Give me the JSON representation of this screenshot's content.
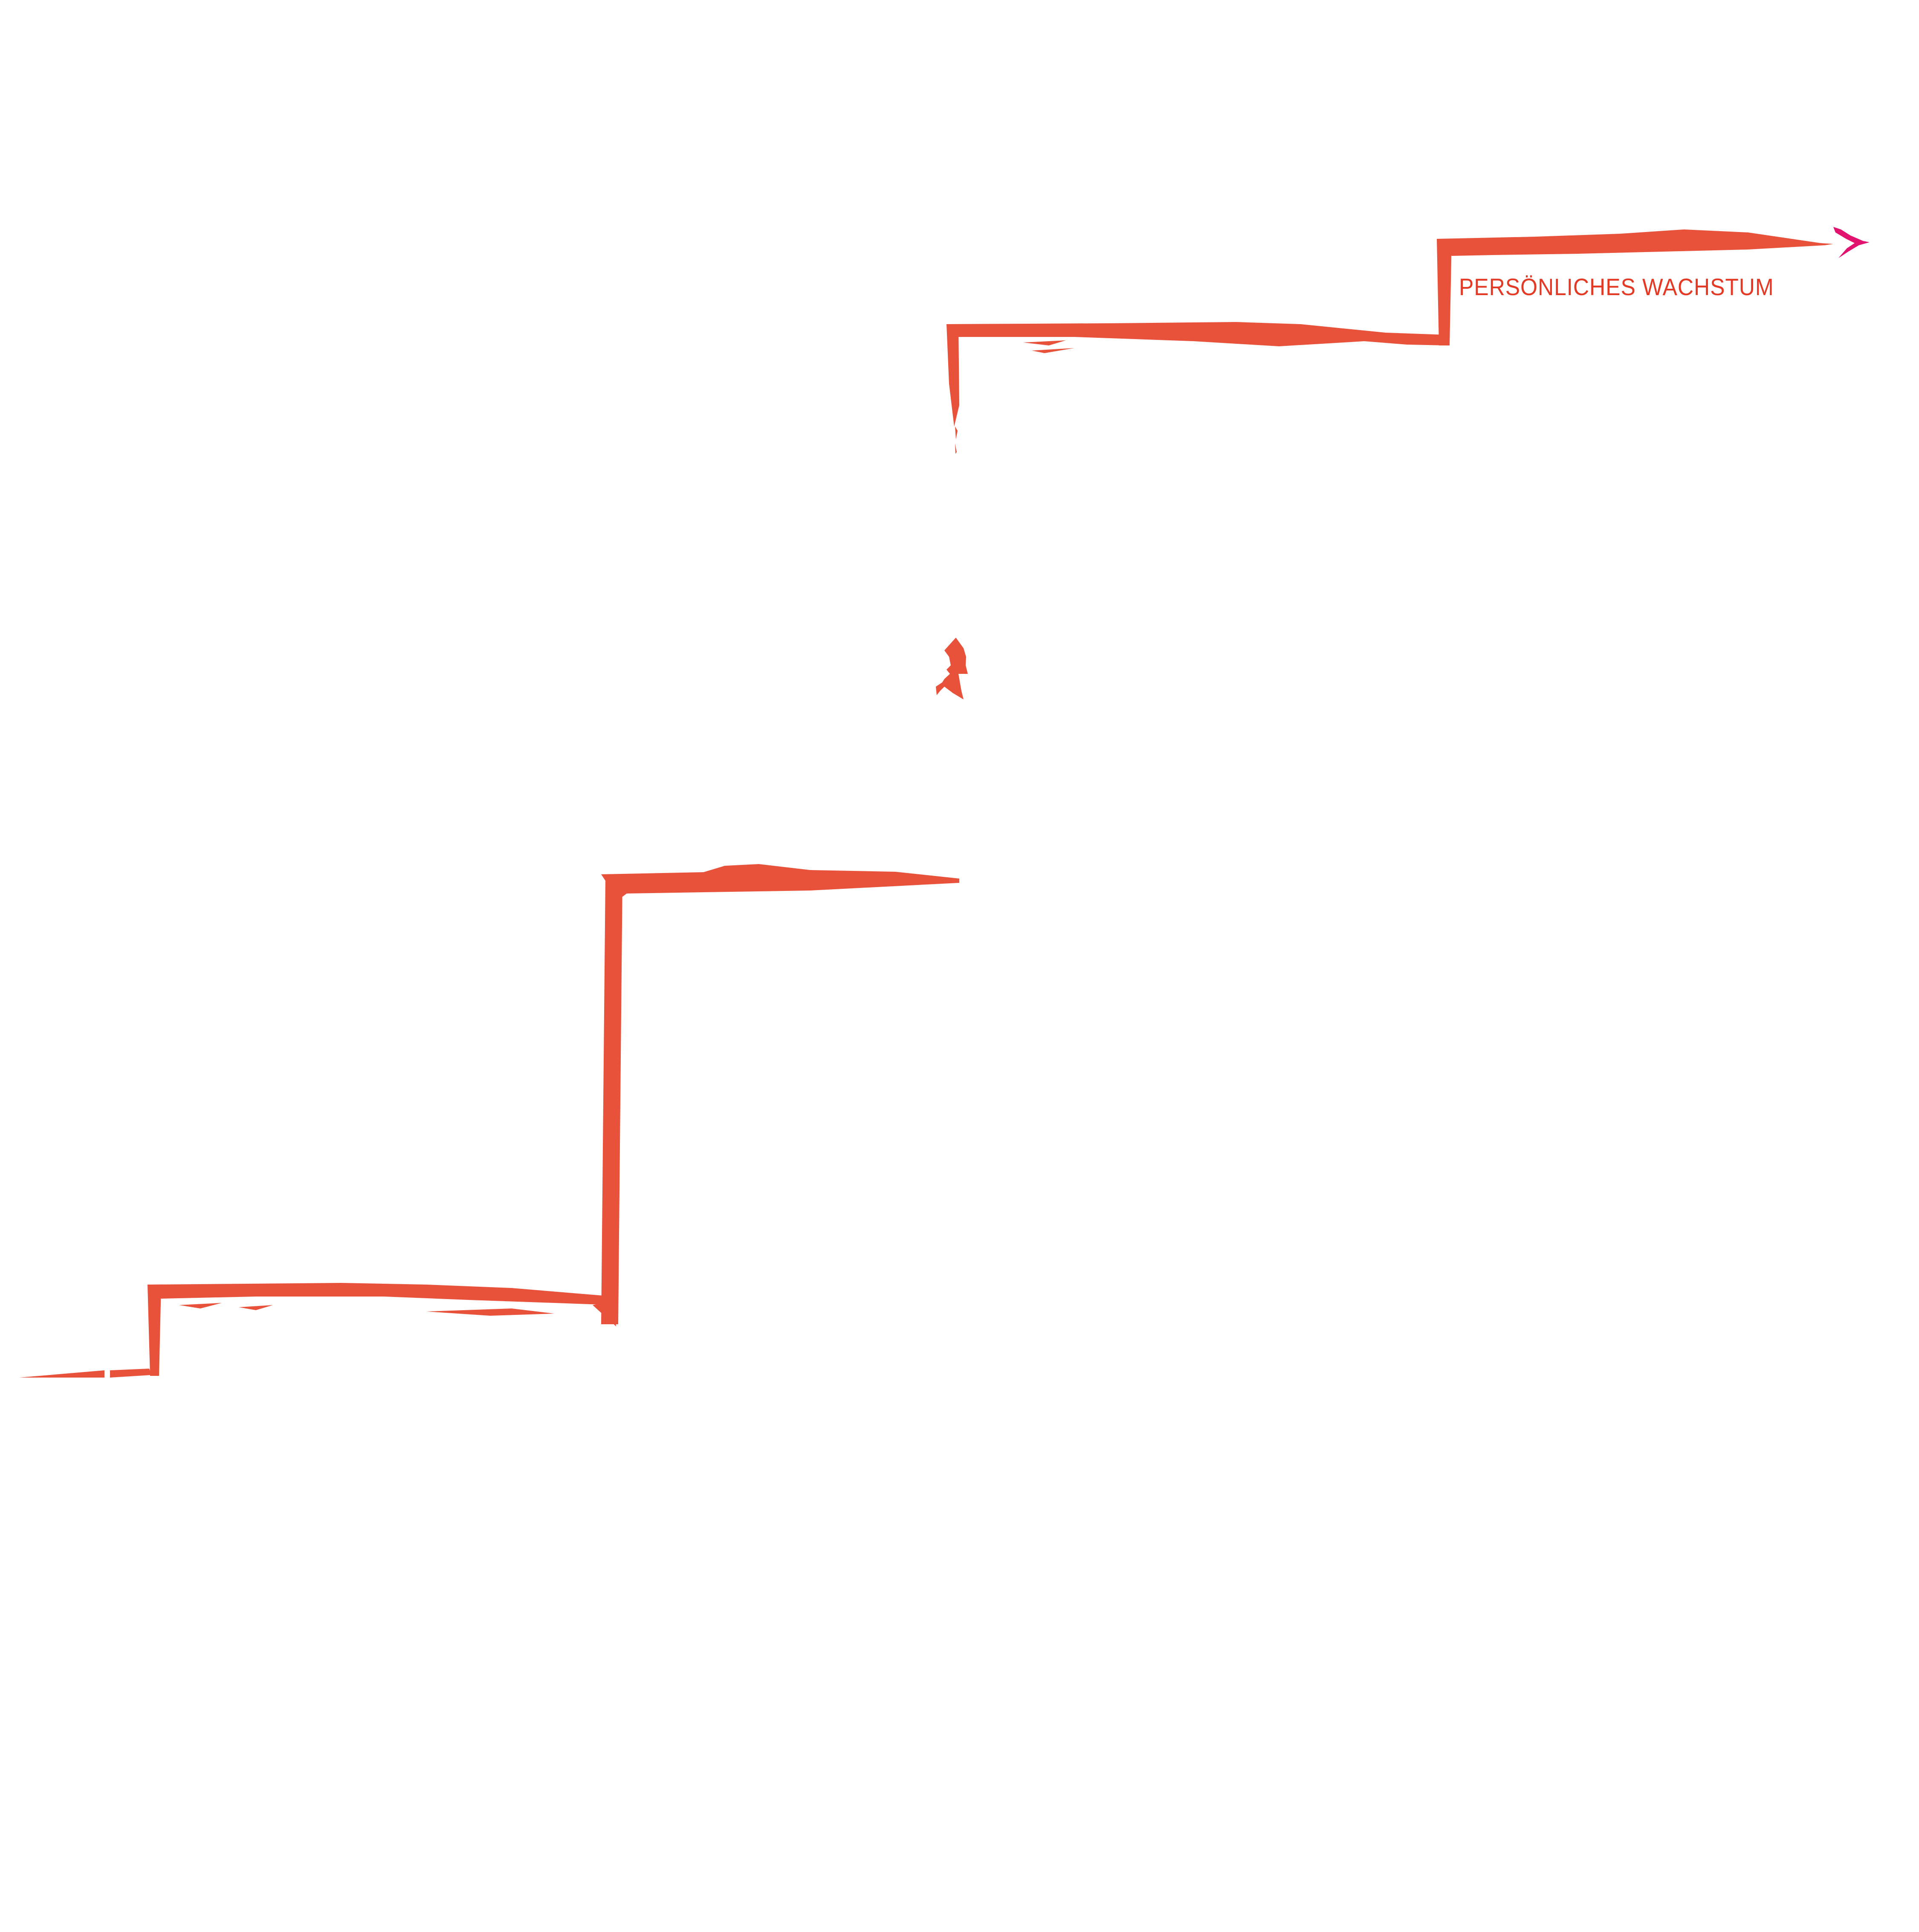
{
  "diagram": {
    "type": "staircase-growth",
    "label": "PERSÖNLICHES WACHSTUM",
    "steps": 4,
    "direction": "ascending-left-to-right",
    "end_marker": "arrow-icon"
  },
  "colors": {
    "stroke": "#E8513A",
    "arrowhead": "#E2136E",
    "label": "#E23A25",
    "background": "#FFFFFF"
  }
}
